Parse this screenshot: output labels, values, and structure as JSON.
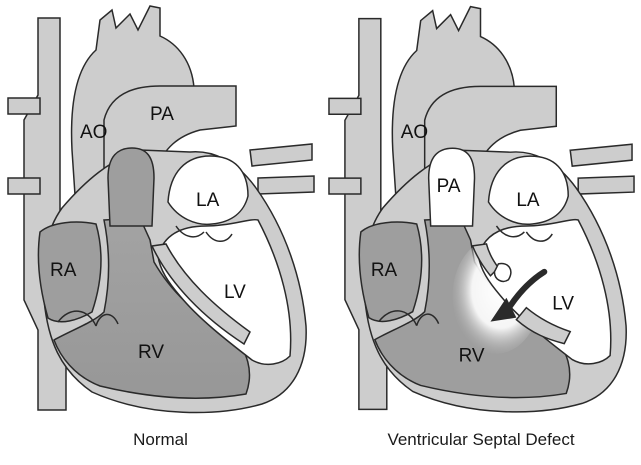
{
  "colors": {
    "vessel_fill": "#cdcdcd",
    "right_heart_fill": "#9e9e9e",
    "left_heart_fill": "#ffffff",
    "outline": "#2a2a2a",
    "shunt_arrow": "#2a2a2a"
  },
  "normal": {
    "caption": "Normal",
    "labels": {
      "ao": "AO",
      "pa": "PA",
      "la": "LA",
      "ra": "RA",
      "lv": "LV",
      "rv": "RV"
    }
  },
  "vsd": {
    "caption": "Ventricular Septal Defect",
    "labels": {
      "ao": "AO",
      "pa": "PA",
      "la": "LA",
      "ra": "RA",
      "lv": "LV",
      "rv": "RV"
    }
  }
}
